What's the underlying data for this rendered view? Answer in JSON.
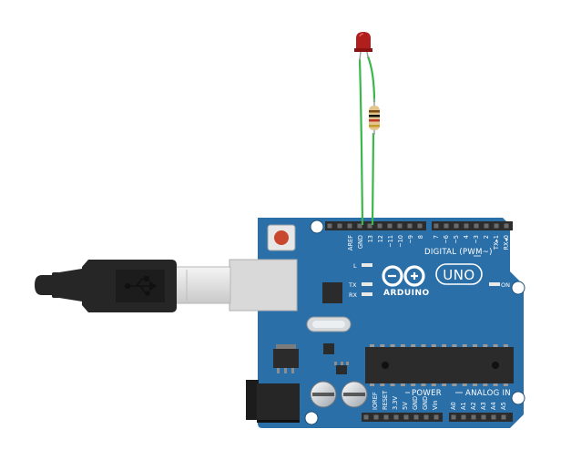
{
  "canvas": {
    "background": "#ffffff"
  },
  "board": {
    "color": "#2b6fa8",
    "logo_text": "ARDUINO",
    "model_text": "UNO",
    "digital_header_label": "DIGITAL (PWM~)",
    "power_label": "POWER",
    "analog_label": "ANALOG IN",
    "on_label": "ON",
    "l_label": "L",
    "tx_label": "TX",
    "rx_label": "RX",
    "digital_pins_left": [
      "AREF",
      "GND",
      "13",
      "12",
      "~11",
      "~10",
      "~9",
      "8"
    ],
    "digital_pins_right": [
      "7",
      "~6",
      "~5",
      "4",
      "~3",
      "2",
      "TX▸1",
      "RX◂0"
    ],
    "power_pins": [
      "IOREF",
      "RESET",
      "3.3V",
      "5V",
      "GND",
      "GND",
      "Vin"
    ],
    "analog_pins": [
      "A0",
      "A1",
      "A2",
      "A3",
      "A4",
      "A5"
    ]
  },
  "components": {
    "led_color": "#b01e1e",
    "wire_color": "#3cb54a",
    "usb_cable": "usb-b-cable",
    "resistor": "resistor"
  },
  "icons": {
    "usb": "usb-icon",
    "infinity": "arduino-infinity-logo-icon"
  }
}
